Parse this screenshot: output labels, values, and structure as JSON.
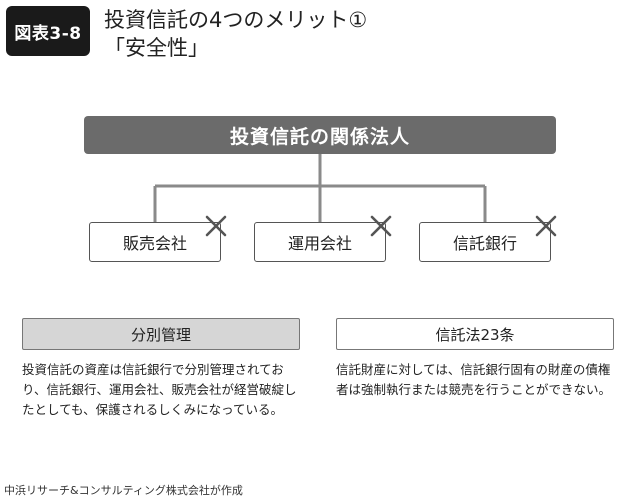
{
  "badge": "図表3-8",
  "title": {
    "line1": "投資信託の4つのメリット①",
    "line2": "「安全性」"
  },
  "root": "投資信託の関係法人",
  "parties": [
    {
      "label": "販売会社",
      "crossed": true
    },
    {
      "label": "運用会社",
      "crossed": true
    },
    {
      "label": "信託銀行",
      "crossed": true
    }
  ],
  "sections": [
    {
      "heading": "分別管理",
      "text": "投資信託の資産は信託銀行で分別管理されており、信託銀行、運用会社、販売会社が経営破綻したとしても、保護されるしくみになっている。"
    },
    {
      "heading": "信託法23条",
      "text": "信託財産に対しては、信託銀行固有の財産の債権者は強制執行または競売を行うことができない。"
    }
  ],
  "source": "中浜リサーチ&コンサルティング株式会社が作成",
  "colors": {
    "badge_bg": "#1a1a1a",
    "root_bg": "#6b6b6b",
    "connector": "#8a8a8a",
    "shaded_label": "#d6d6d6"
  }
}
